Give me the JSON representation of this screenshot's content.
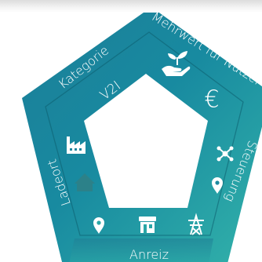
{
  "diagram": {
    "labels": {
      "kategorie": "Kategorie",
      "mehrwert": "Mehrwert für Nutzer",
      "steuerung": "Steuerung",
      "anreiz": "Anreiz",
      "ladeort": "Ladeort"
    },
    "selected_category": "V2I",
    "icons": [
      "hand-plant-icon",
      "euro-icon",
      "network-icon",
      "location-pin-icon",
      "power-tower-icon",
      "shop-icon",
      "location-pin-icon",
      "house-icon",
      "factory-icon"
    ],
    "colors": {
      "teal_dark": "#166f86",
      "teal_mid": "#1a93a4",
      "teal_light": "#3ab8b0",
      "text": "#ffffff"
    }
  }
}
